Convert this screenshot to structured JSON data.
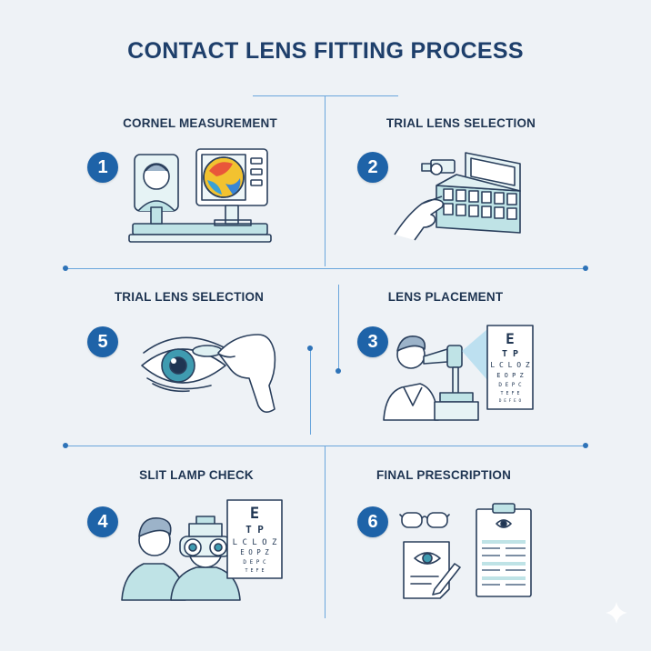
{
  "title": "CONTACT LENS FITTING PROCESS",
  "steps": [
    {
      "number": "1",
      "label": "CORNEL MEASUREMENT"
    },
    {
      "number": "2",
      "label": "TRIAL LENS SELECTION"
    },
    {
      "number": "5",
      "label": "TRIAL LENS SELECTION"
    },
    {
      "number": "3",
      "label": "LENS PLACEMENT"
    },
    {
      "number": "4",
      "label": "SLIT LAMP CHECK"
    },
    {
      "number": "6",
      "label": "FINAL PRESCRIPTION"
    }
  ],
  "eye_chart": {
    "rows": [
      "E",
      "T P",
      "L C L O Z",
      "E O P Z",
      "D E P C",
      "T E F E",
      "D E F E O"
    ]
  },
  "colors": {
    "title": "#1e3f6b",
    "badge": "#1e63a8",
    "line": "#6aa6dc",
    "accent_teal": "#bfe3e6",
    "outline": "#2a3f5c"
  }
}
